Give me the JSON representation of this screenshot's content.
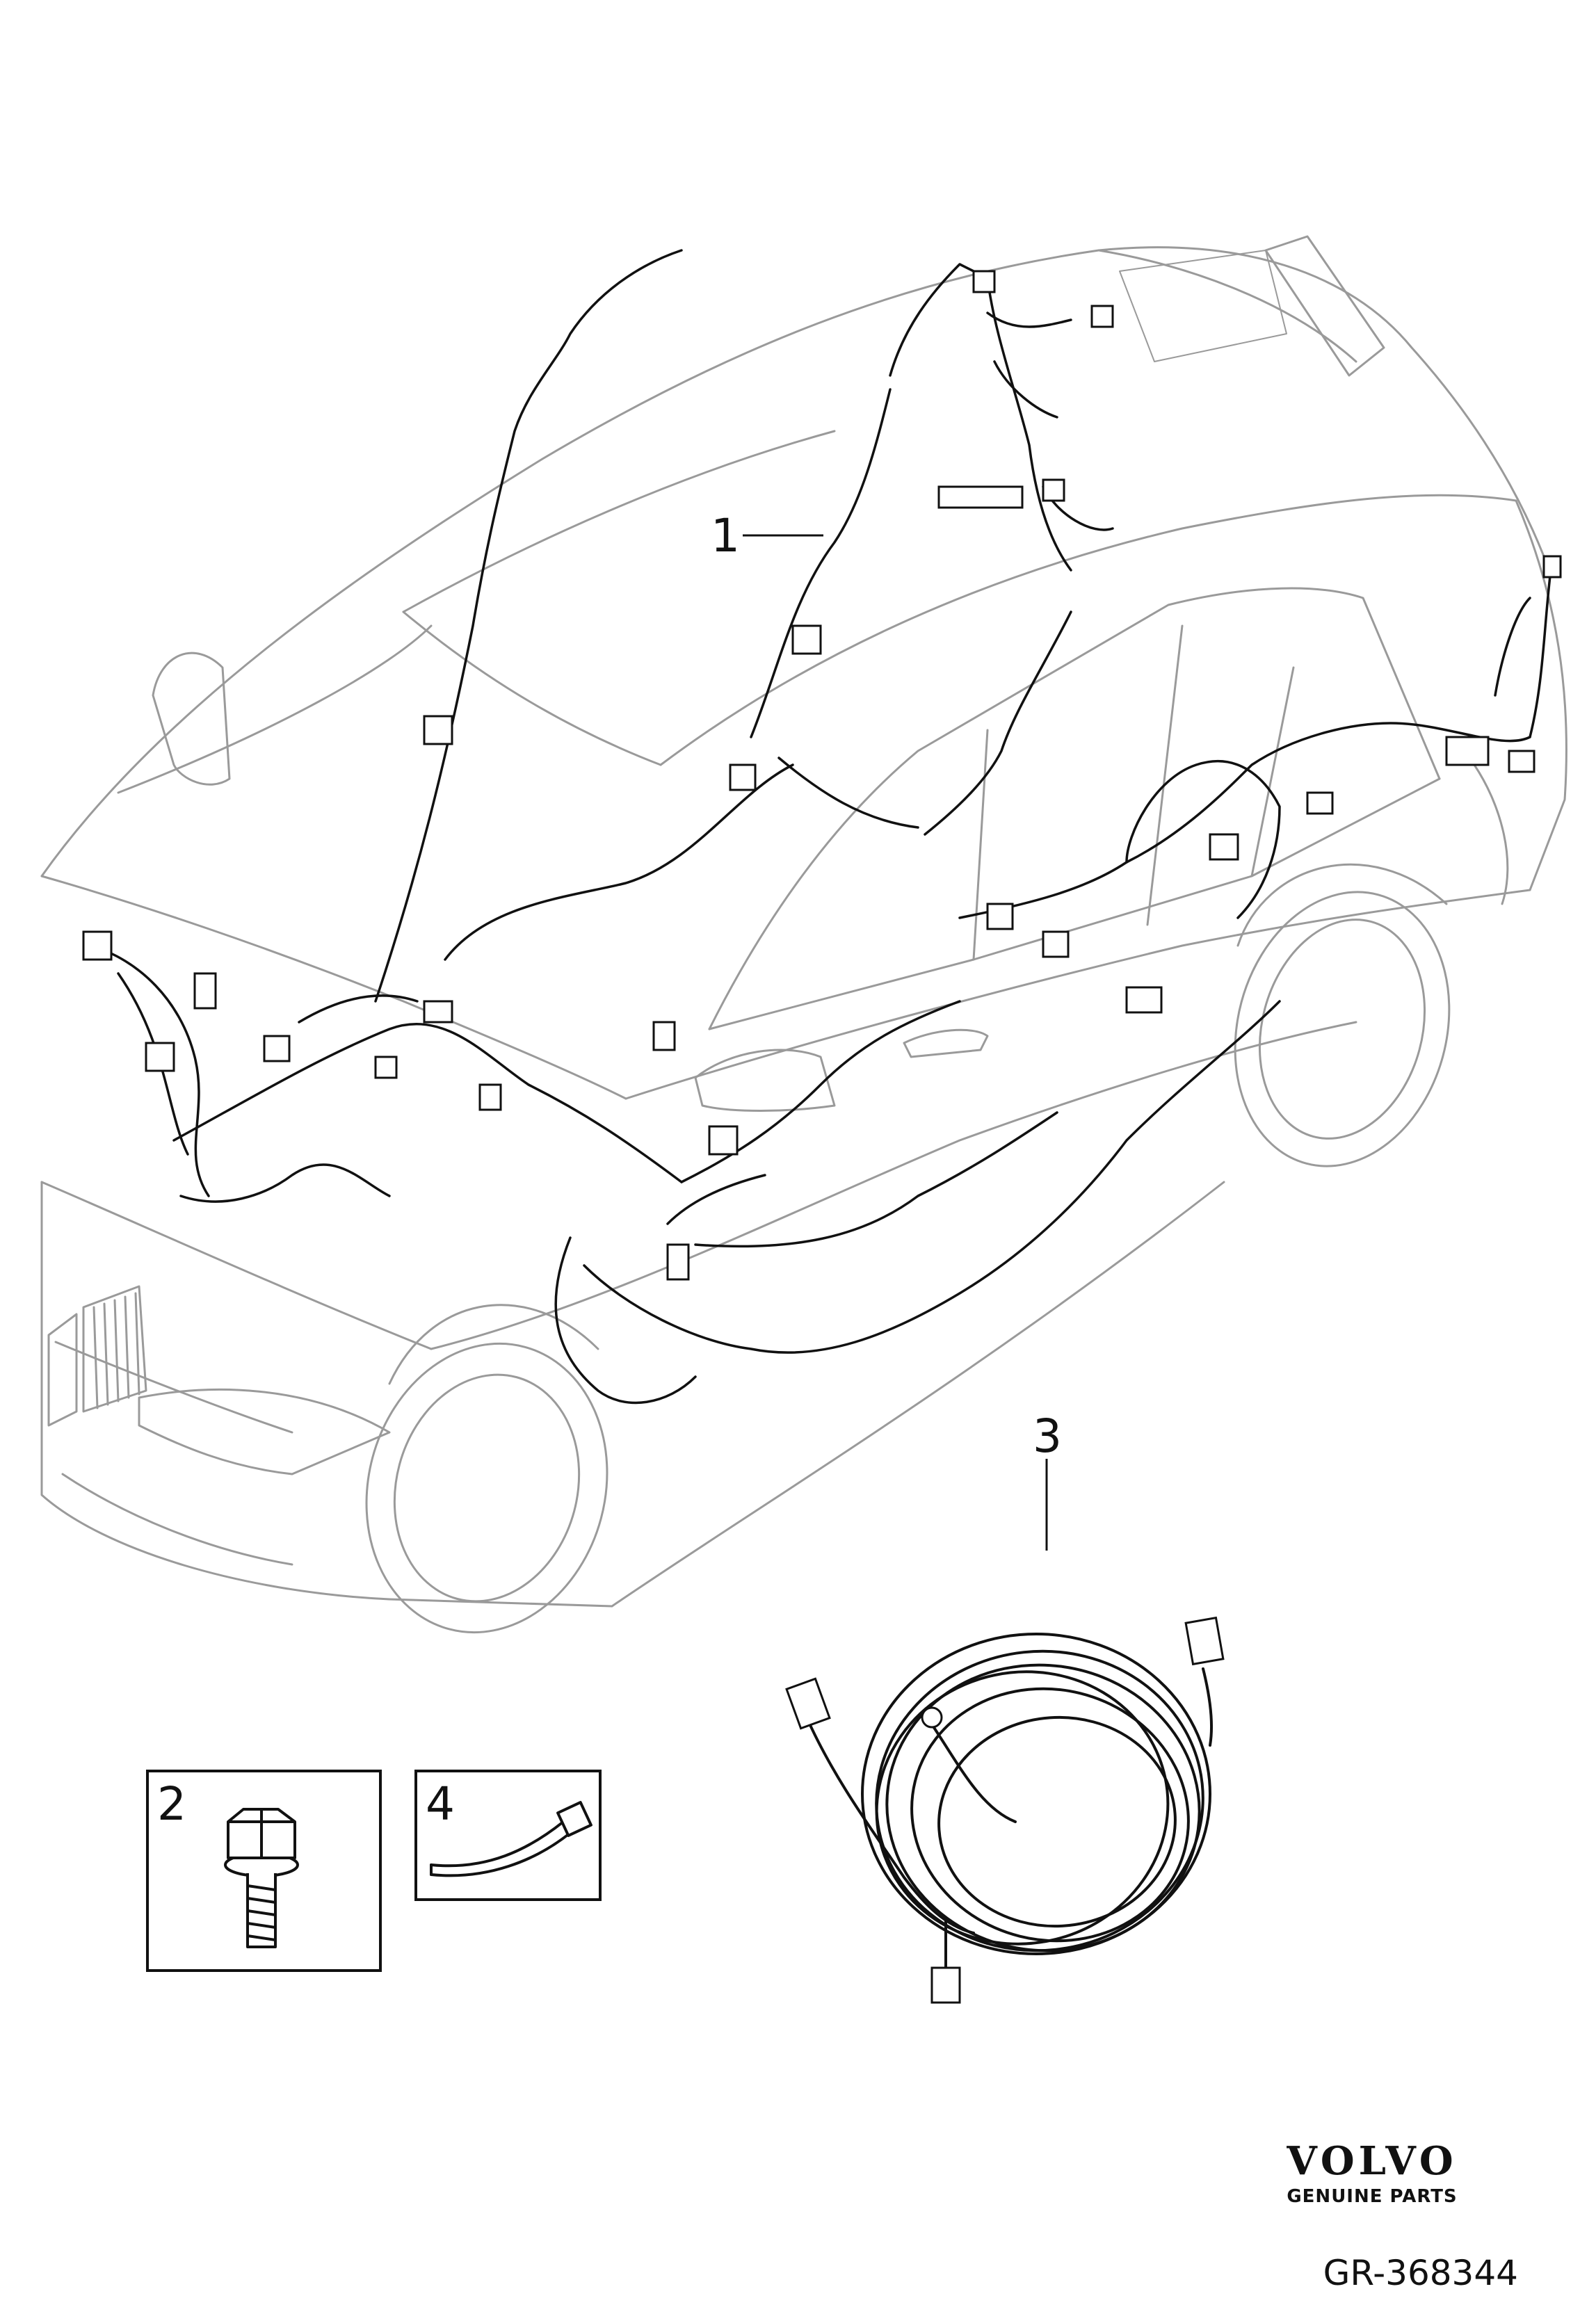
{
  "callouts": {
    "c1": "1",
    "c2": "2",
    "c3": "3",
    "c4": "4"
  },
  "brand": {
    "name": "VOLVO",
    "tagline": "GENUINE PARTS"
  },
  "figure_id": "GR-368344",
  "colors": {
    "outline": "#9a9a9a",
    "wire": "#111111"
  },
  "parts": [
    {
      "callout": "1",
      "icon": "wiring-harness-icon"
    },
    {
      "callout": "2",
      "icon": "flange-bolt-icon"
    },
    {
      "callout": "3",
      "icon": "coiled-harness-icon"
    },
    {
      "callout": "4",
      "icon": "cable-strap-icon"
    }
  ]
}
